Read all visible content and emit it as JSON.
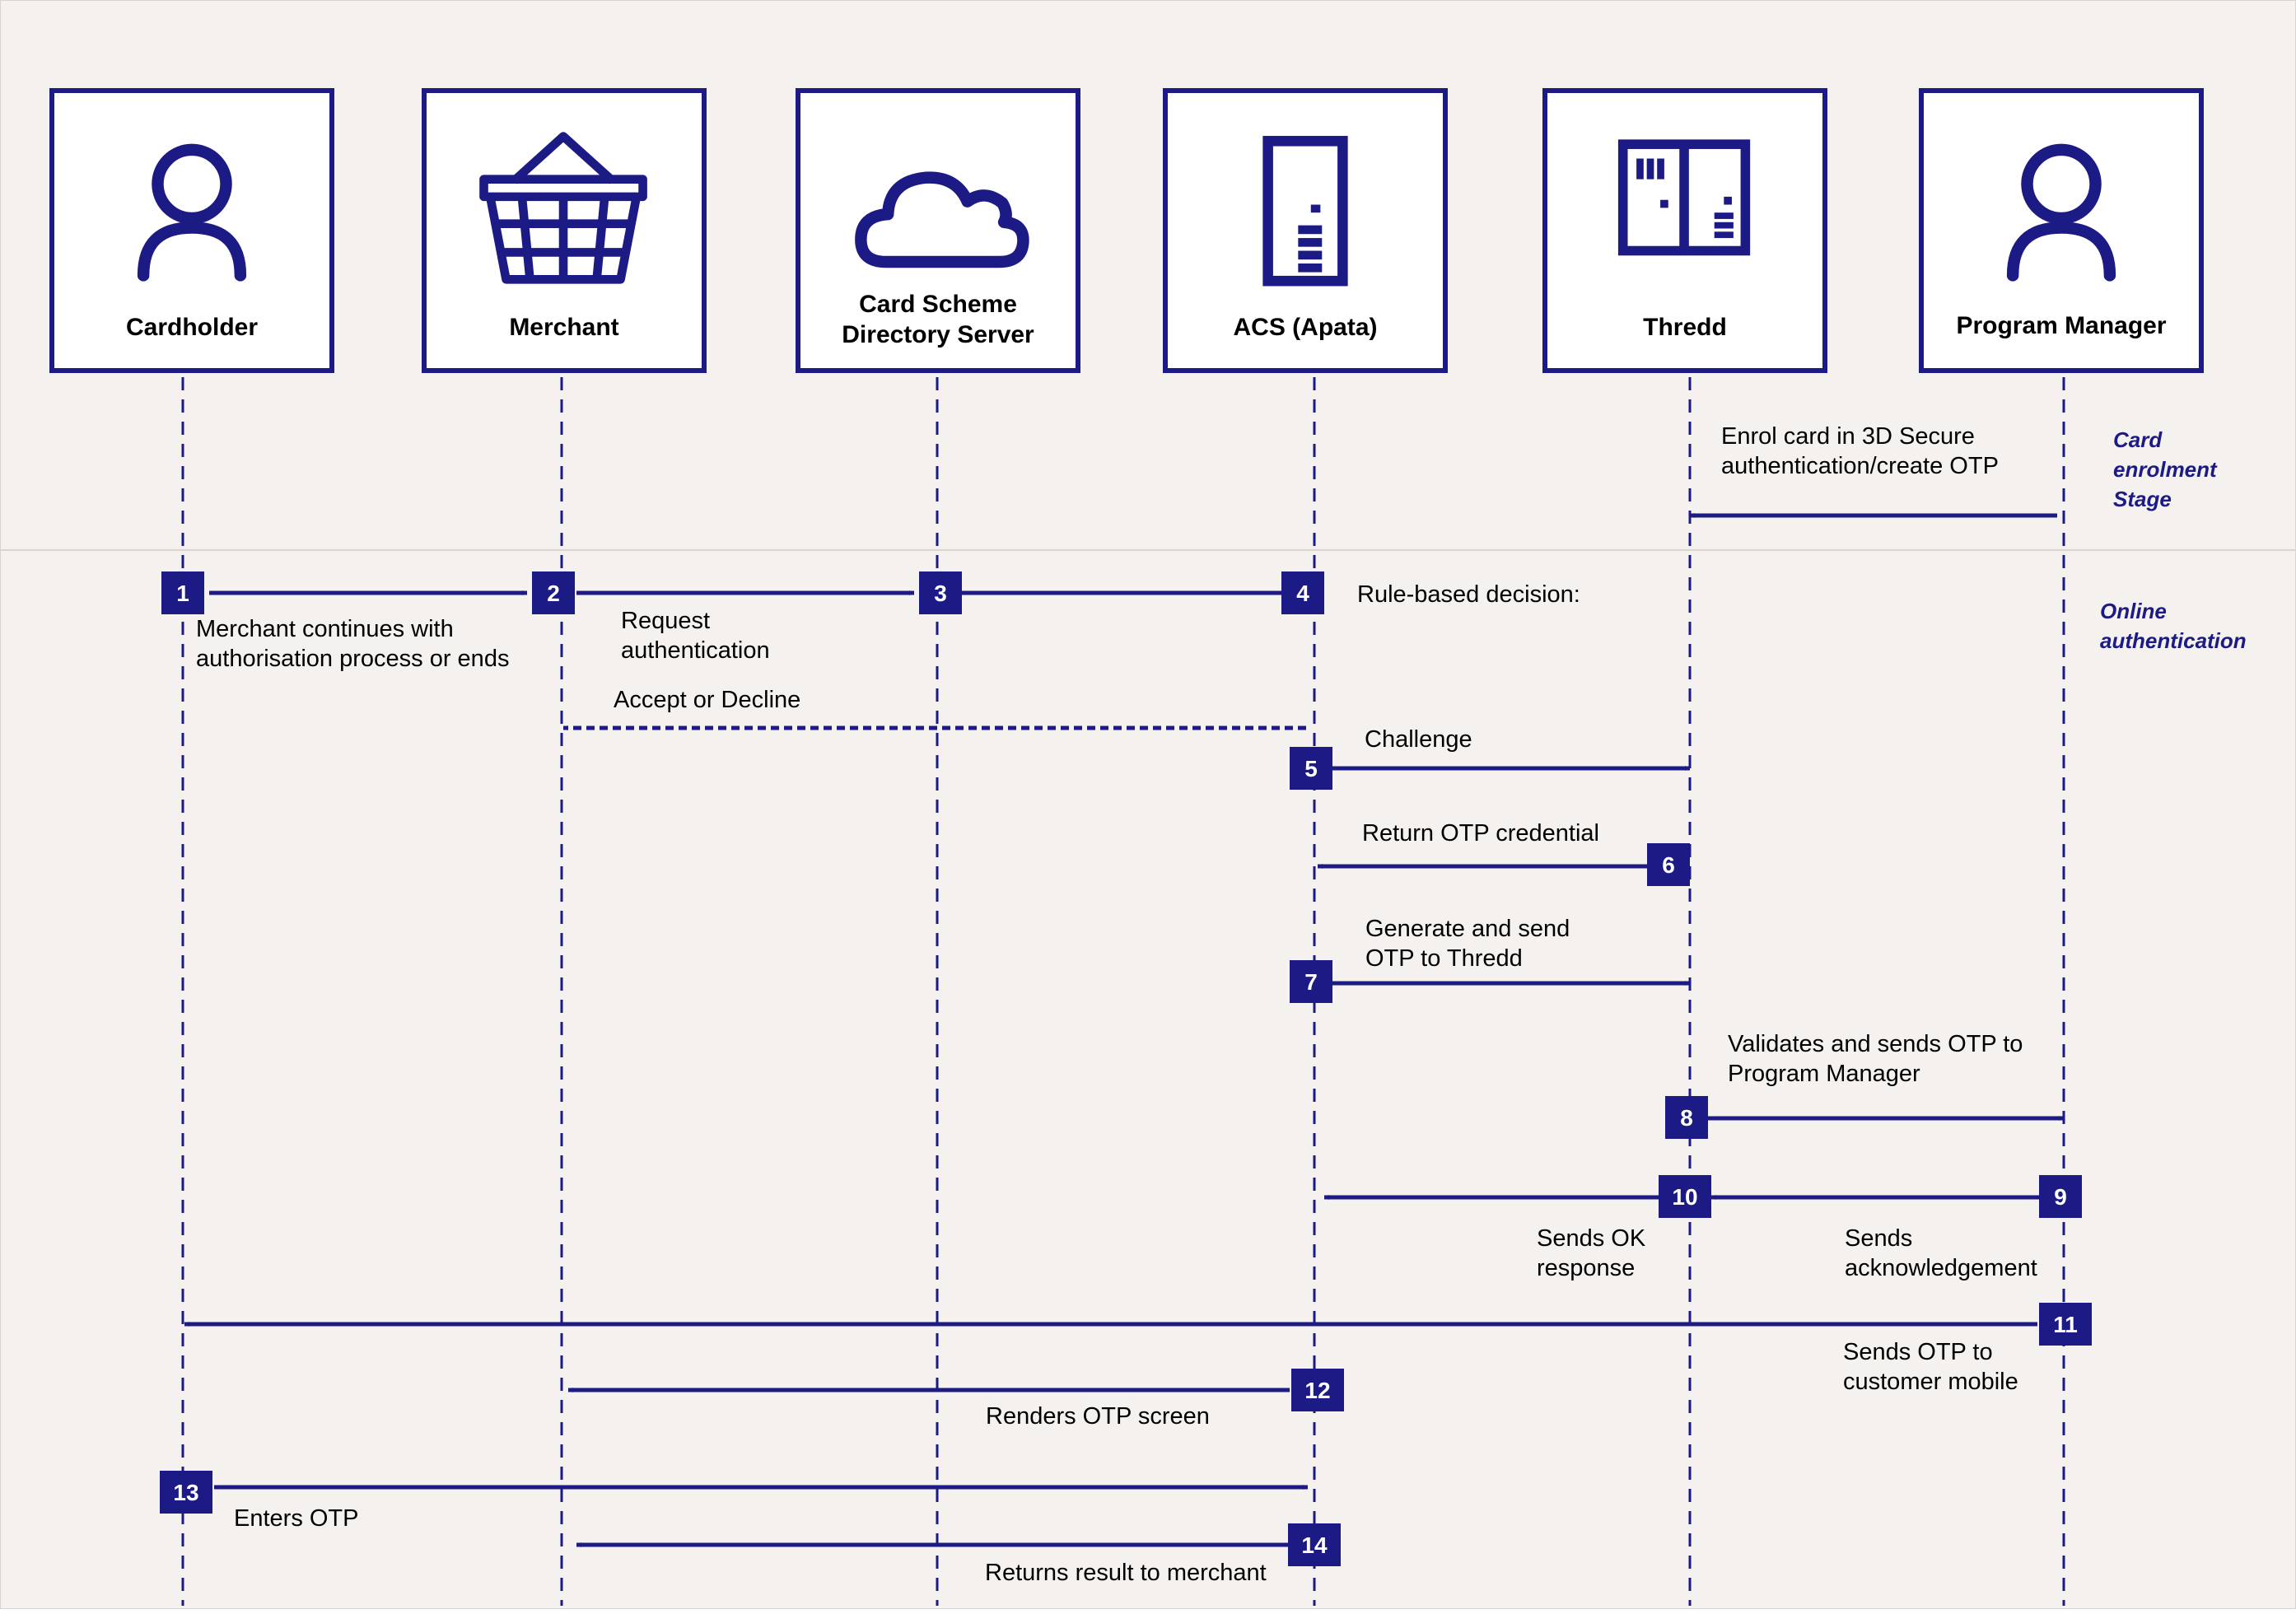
{
  "actors": [
    {
      "id": "cardholder",
      "name": "Cardholder",
      "icon": "person-icon"
    },
    {
      "id": "merchant",
      "name": "Merchant",
      "icon": "shopping-basket-icon"
    },
    {
      "id": "directory",
      "name": "Card Scheme\nDirectory Server",
      "icon": "cloud-icon"
    },
    {
      "id": "acs",
      "name": "ACS (Apata)",
      "icon": "server-tower-icon"
    },
    {
      "id": "thredd",
      "name": "Thredd",
      "icon": "server-rack-icon"
    },
    {
      "id": "program_manager",
      "name": "Program Manager",
      "icon": "person-icon"
    }
  ],
  "stages": {
    "enrolment": "Card\nenrolment\nStage",
    "online": "Online\nauthentication"
  },
  "messages": [
    {
      "id": "enrol",
      "step": "",
      "from": "program_manager",
      "to": "thredd",
      "style": "solid",
      "label": "Enrol card in 3D Secure\nauthentication/create OTP"
    },
    {
      "id": "m1",
      "step": "1",
      "from": "cardholder",
      "to": "merchant",
      "style": "solid",
      "label": "Merchant continues with\nauthorisation process or ends"
    },
    {
      "id": "m2",
      "step": "2",
      "from": "merchant",
      "to": "directory",
      "style": "solid",
      "label": "Request\nauthentication"
    },
    {
      "id": "m3",
      "step": "3",
      "from": "directory",
      "to": "acs",
      "style": "solid",
      "label": ""
    },
    {
      "id": "m4",
      "step": "4",
      "from": "acs",
      "to": "acs",
      "style": "note",
      "label": "Rule-based decision:"
    },
    {
      "id": "accept",
      "step": "",
      "from": "acs",
      "to": "merchant",
      "style": "dashed",
      "label": "Accept or Decline"
    },
    {
      "id": "m5",
      "step": "5",
      "from": "acs",
      "to": "thredd",
      "style": "solid",
      "label": "Challenge"
    },
    {
      "id": "m6",
      "step": "6",
      "from": "thredd",
      "to": "acs",
      "style": "solid",
      "label": "Return OTP credential"
    },
    {
      "id": "m7",
      "step": "7",
      "from": "acs",
      "to": "thredd",
      "style": "solid",
      "label": "Generate and send\nOTP to Thredd"
    },
    {
      "id": "m8",
      "step": "8",
      "from": "thredd",
      "to": "program_manager",
      "style": "solid",
      "label": "Validates and sends OTP to\nProgram Manager"
    },
    {
      "id": "m9",
      "step": "9",
      "from": "program_manager",
      "to": "thredd",
      "style": "solid",
      "label": "Sends\nacknowledgement"
    },
    {
      "id": "m10",
      "step": "10",
      "from": "thredd",
      "to": "acs",
      "style": "solid",
      "label": "Sends OK\nresponse"
    },
    {
      "id": "m11",
      "step": "11",
      "from": "program_manager",
      "to": "cardholder",
      "style": "solid",
      "label": "Sends OTP to\ncustomer mobile"
    },
    {
      "id": "m12",
      "step": "12",
      "from": "acs",
      "to": "merchant",
      "style": "solid",
      "label": "Renders OTP screen"
    },
    {
      "id": "m13",
      "step": "13",
      "from": "cardholder",
      "to": "acs",
      "style": "solid",
      "label": "Enters OTP"
    },
    {
      "id": "m14",
      "step": "14",
      "from": "acs",
      "to": "merchant",
      "style": "solid",
      "label": "Returns result to merchant"
    }
  ],
  "colors": {
    "accent": "#1c1b86",
    "band": "#f4f1ee",
    "text": "#000000"
  }
}
